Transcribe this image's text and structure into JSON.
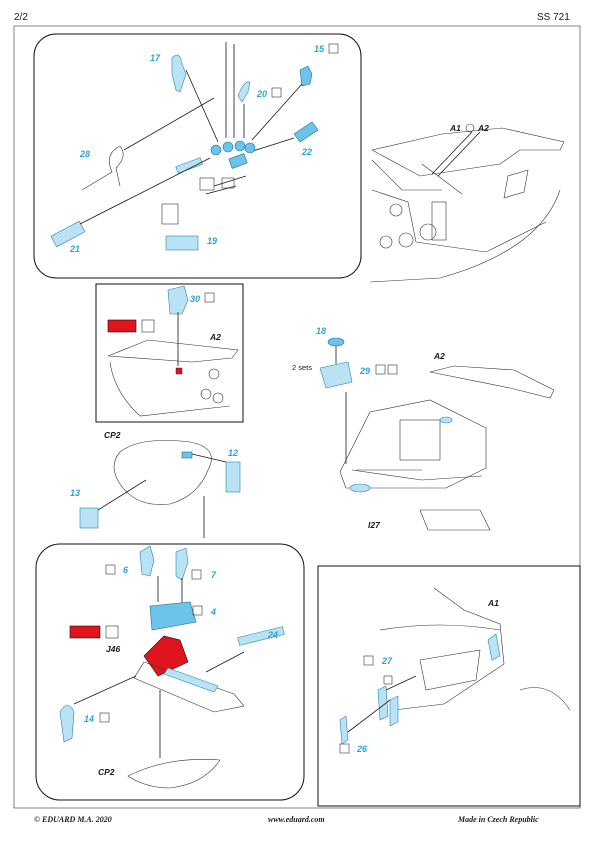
{
  "header": {
    "page": "2/2",
    "code": "SS 721"
  },
  "footer": {
    "copyright": "© EDUARD  M.A. 2020",
    "url": "www.eduard.com",
    "origin": "Made in Czech Republic"
  },
  "colors": {
    "pe_blue": "#6cc4ea",
    "label_blue": "#2ba3d8",
    "paint_red": "#e0141c"
  },
  "labels": {
    "p17": "17",
    "p15": "15",
    "p20": "20",
    "p22": "22",
    "p28": "28",
    "p21": "21",
    "p19": "19",
    "a1a2_a1": "A1",
    "a1a2_a2": "A2",
    "p30": "30",
    "a2_box": "A2",
    "cp2_top": "CP2",
    "p12": "12",
    "p13": "13",
    "p18": "18",
    "two_sets": "2 sets",
    "p29": "29",
    "a2_mid": "A2",
    "i27": "I27",
    "p6": "6",
    "p7": "7",
    "p4": "4",
    "j46": "J46",
    "p24": "24",
    "p14": "14",
    "cp2_bottom": "CP2",
    "a1_right": "A1",
    "p27": "27",
    "p26": "26"
  }
}
